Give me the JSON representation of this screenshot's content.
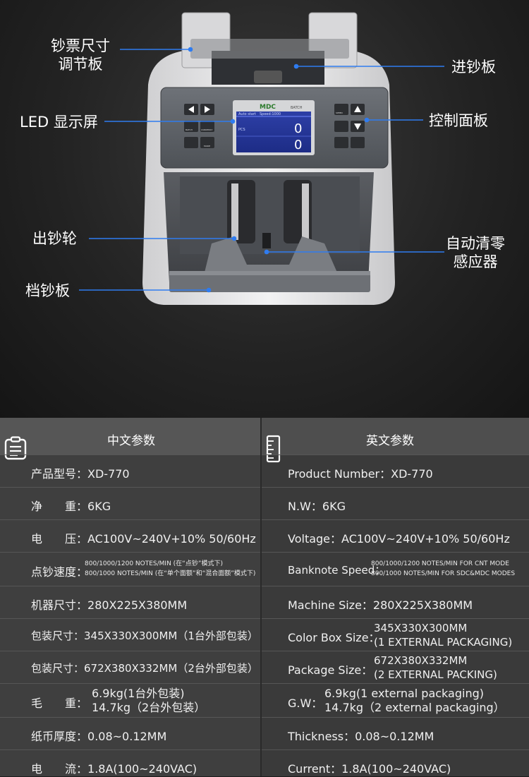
{
  "callouts": {
    "size_board": [
      "钞票尺寸",
      "调节板"
    ],
    "feed_board": "进钞板",
    "led_display": "LED 显示屏",
    "control_panel": "控制面板",
    "output_wheel": "出钞轮",
    "auto_clear_sensor": [
      "自动清零",
      "感应器"
    ],
    "stop_board": "档钞板"
  },
  "machine": {
    "brand": "MDC",
    "batch_label": "BATCH",
    "auto_start": "Auto start",
    "speed_label": "Speed:1000",
    "pcs_label": "PCS",
    "count_top": "0",
    "count_bottom": "0",
    "btn_batch": "BATCH",
    "btn_currency": "CURRENCY",
    "btn_mode": "MODE",
    "btn_speed": "SPEED"
  },
  "specs": {
    "cn_title": "中文参数",
    "en_title": "英文参数",
    "cn_rows": [
      {
        "label": "产品型号：",
        "value": "XD-770"
      },
      {
        "label": "净　　重：",
        "value": "6KG"
      },
      {
        "label": "电　　压：",
        "value": "AC100V~240V+10% 50/60Hz"
      },
      {
        "label": "点钞速度：",
        "value_lines": [
          "800/1000/1200  NOTES/MIN  (在“点钞”模式下)",
          "800/1000 NOTES/MIN (在“单个面额”和“混合面额”模式下)"
        ]
      },
      {
        "label": "机器尺寸：",
        "value": "280X225X380MM"
      },
      {
        "label": "包装尺寸：",
        "value": "345X330X300MM（1台外部包装）"
      },
      {
        "label": "包装尺寸：",
        "value": "672X380X332MM（2台外部包装）"
      },
      {
        "label": "毛　　重：",
        "value_lines": [
          "6.9kg(1台外包装)",
          "14.7kg（2台外包装）"
        ]
      },
      {
        "label": "纸币厚度：",
        "value": "0.08~0.12MM"
      },
      {
        "label": "电　　流：",
        "value": "1.8A(100~240VAC)"
      }
    ],
    "en_rows": [
      {
        "label": "Product Number：",
        "value": "XD-770"
      },
      {
        "label": "N.W：",
        "value": "6KG"
      },
      {
        "label": "Voltage：",
        "value": "AC100V~240V+10% 50/60Hz"
      },
      {
        "label": "Banknote Speed：",
        "value_lines": [
          "800/1000/1200  NOTES/MIN  FOR CNT MODE",
          "800/1000 NOTES/MIN  FOR SDC&MDC MODES"
        ]
      },
      {
        "label": "Machine Size：",
        "value": "280X225X380MM"
      },
      {
        "label": "Color Box Size：",
        "value_lines": [
          "345X330X300MM",
          "(1 EXTERNAL PACKAGING)"
        ]
      },
      {
        "label": "Package Size：",
        "value_lines": [
          "672X380X332MM",
          "(2 EXTERNAL PACKING)"
        ]
      },
      {
        "label": "G.W：",
        "value_lines": [
          "6.9kg(1 external packaging)",
          "14.7kg（2 external packaging）"
        ]
      },
      {
        "label": "Thickness：",
        "value": "0.08~0.12MM"
      },
      {
        "label": "Current：",
        "value": "1.8A(100~240VAC)"
      }
    ]
  }
}
